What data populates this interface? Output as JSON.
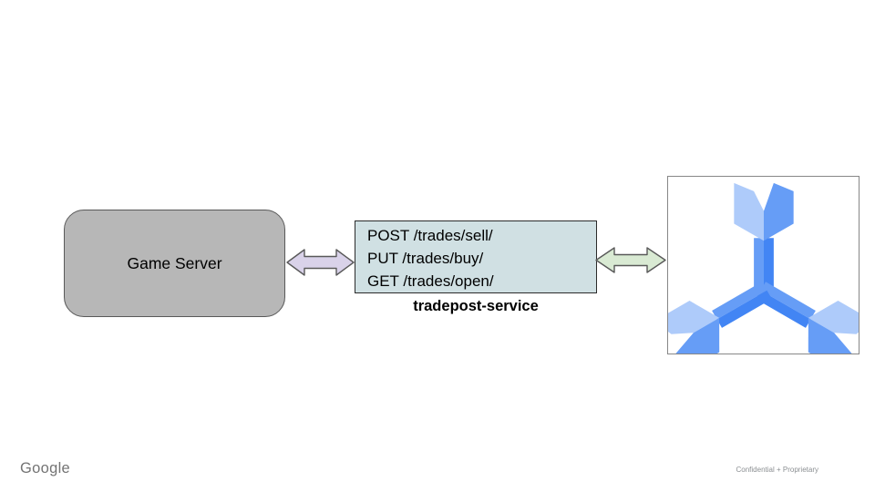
{
  "slide": {
    "background": "#ffffff",
    "footer": {
      "brand": "Google",
      "confidentiality": "Confidential + Proprietary"
    }
  },
  "diagram": {
    "game_server": {
      "label": "Game Server",
      "fill": "#b7b7b7",
      "border_color": "#595959"
    },
    "api_box": {
      "endpoints": [
        "POST /trades/sell/",
        "PUT /trades/buy/",
        "GET /trades/open/"
      ],
      "fill": "#d0e0e3",
      "border_color": "#2b2b2b"
    },
    "service_name": "tradepost-service",
    "arrows": {
      "left": {
        "type": "bidirectional",
        "fill": "#d9d2e9",
        "stroke": "#595959"
      },
      "right": {
        "type": "bidirectional",
        "fill": "#d9ead3",
        "stroke": "#595959"
      }
    },
    "spanner_icon": {
      "icon": "cloud-spanner-icon",
      "colors": {
        "light": "#aecbfa",
        "medium": "#669df6",
        "dark": "#4285f4"
      },
      "frame_border": "#878787",
      "frame_fill": "#ffffff"
    }
  }
}
